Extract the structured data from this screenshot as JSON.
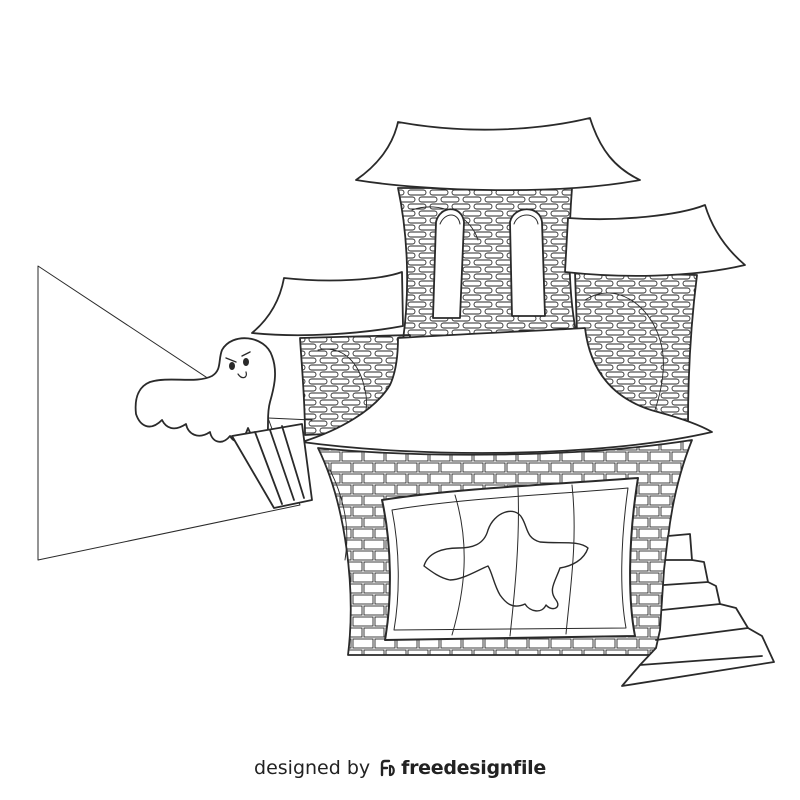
{
  "illustration": {
    "subject": "haunted-house",
    "style": "black-and-white line art",
    "stroke_color": "#2a2a2a",
    "background_color": "#ffffff"
  },
  "footer": {
    "prefix": "designed by",
    "brand": "freedesignfile",
    "brand_icon": "fd-logo-icon"
  }
}
